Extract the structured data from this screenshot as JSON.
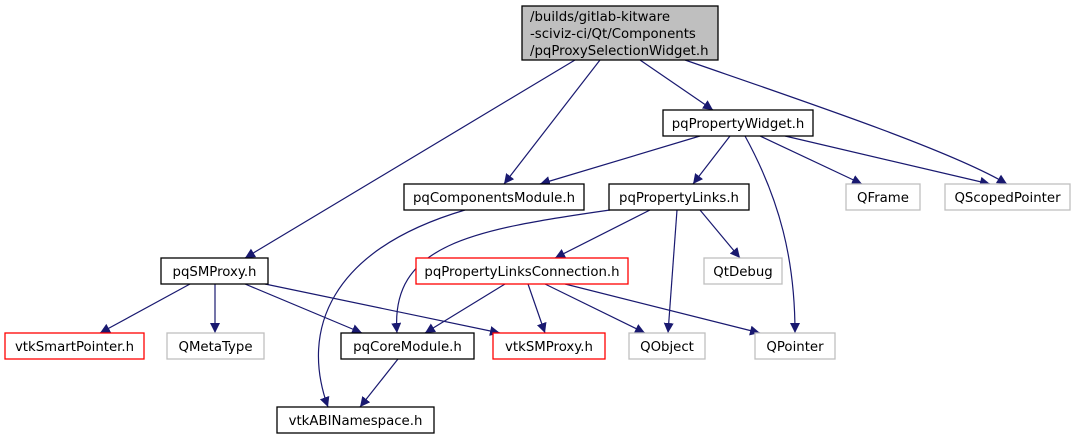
{
  "diagram": {
    "type": "include-dependency-graph",
    "edge_color": "#191970",
    "nodes": [
      {
        "id": "root",
        "lines": [
          "/builds/gitlab-kitware",
          "-sciviz-ci/Qt/Components",
          "/pqProxySelectionWidget.h"
        ],
        "style": "root"
      },
      {
        "id": "pqPropertyWidget",
        "lines": [
          "pqPropertyWidget.h"
        ],
        "style": "normal"
      },
      {
        "id": "pqComponentsModule",
        "lines": [
          "pqComponentsModule.h"
        ],
        "style": "normal"
      },
      {
        "id": "pqPropertyLinks",
        "lines": [
          "pqPropertyLinks.h"
        ],
        "style": "normal"
      },
      {
        "id": "QFrame",
        "lines": [
          "QFrame"
        ],
        "style": "external"
      },
      {
        "id": "QScopedPointer",
        "lines": [
          "QScopedPointer"
        ],
        "style": "external"
      },
      {
        "id": "pqSMProxy",
        "lines": [
          "pqSMProxy.h"
        ],
        "style": "normal"
      },
      {
        "id": "pqPropertyLinksConnection",
        "lines": [
          "pqPropertyLinksConnection.h"
        ],
        "style": "truncated"
      },
      {
        "id": "QtDebug",
        "lines": [
          "QtDebug"
        ],
        "style": "external"
      },
      {
        "id": "vtkSmartPointer",
        "lines": [
          "vtkSmartPointer.h"
        ],
        "style": "truncated"
      },
      {
        "id": "QMetaType",
        "lines": [
          "QMetaType"
        ],
        "style": "external"
      },
      {
        "id": "pqCoreModule",
        "lines": [
          "pqCoreModule.h"
        ],
        "style": "normal"
      },
      {
        "id": "vtkSMProxy",
        "lines": [
          "vtkSMProxy.h"
        ],
        "style": "truncated"
      },
      {
        "id": "QObject",
        "lines": [
          "QObject"
        ],
        "style": "external"
      },
      {
        "id": "QPointer",
        "lines": [
          "QPointer"
        ],
        "style": "external"
      },
      {
        "id": "vtkABINamespace",
        "lines": [
          "vtkABINamespace.h"
        ],
        "style": "normal"
      }
    ],
    "edges": [
      {
        "from": "root",
        "to": "pqPropertyWidget"
      },
      {
        "from": "root",
        "to": "pqComponentsModule"
      },
      {
        "from": "root",
        "to": "pqSMProxy"
      },
      {
        "from": "root",
        "to": "QScopedPointer"
      },
      {
        "from": "pqPropertyWidget",
        "to": "pqComponentsModule"
      },
      {
        "from": "pqPropertyWidget",
        "to": "pqPropertyLinks"
      },
      {
        "from": "pqPropertyWidget",
        "to": "QFrame"
      },
      {
        "from": "pqPropertyWidget",
        "to": "QScopedPointer"
      },
      {
        "from": "pqPropertyWidget",
        "to": "QPointer"
      },
      {
        "from": "pqComponentsModule",
        "to": "vtkABINamespace"
      },
      {
        "from": "pqPropertyLinks",
        "to": "pqPropertyLinksConnection"
      },
      {
        "from": "pqPropertyLinks",
        "to": "QtDebug"
      },
      {
        "from": "pqPropertyLinks",
        "to": "QObject"
      },
      {
        "from": "pqPropertyLinks",
        "to": "pqCoreModule"
      },
      {
        "from": "pqSMProxy",
        "to": "vtkSmartPointer"
      },
      {
        "from": "pqSMProxy",
        "to": "QMetaType"
      },
      {
        "from": "pqSMProxy",
        "to": "pqCoreModule"
      },
      {
        "from": "pqSMProxy",
        "to": "vtkSMProxy"
      },
      {
        "from": "pqPropertyLinksConnection",
        "to": "pqCoreModule"
      },
      {
        "from": "pqPropertyLinksConnection",
        "to": "vtkSMProxy"
      },
      {
        "from": "pqPropertyLinksConnection",
        "to": "QObject"
      },
      {
        "from": "pqPropertyLinksConnection",
        "to": "QPointer"
      },
      {
        "from": "pqCoreModule",
        "to": "vtkABINamespace"
      }
    ]
  }
}
